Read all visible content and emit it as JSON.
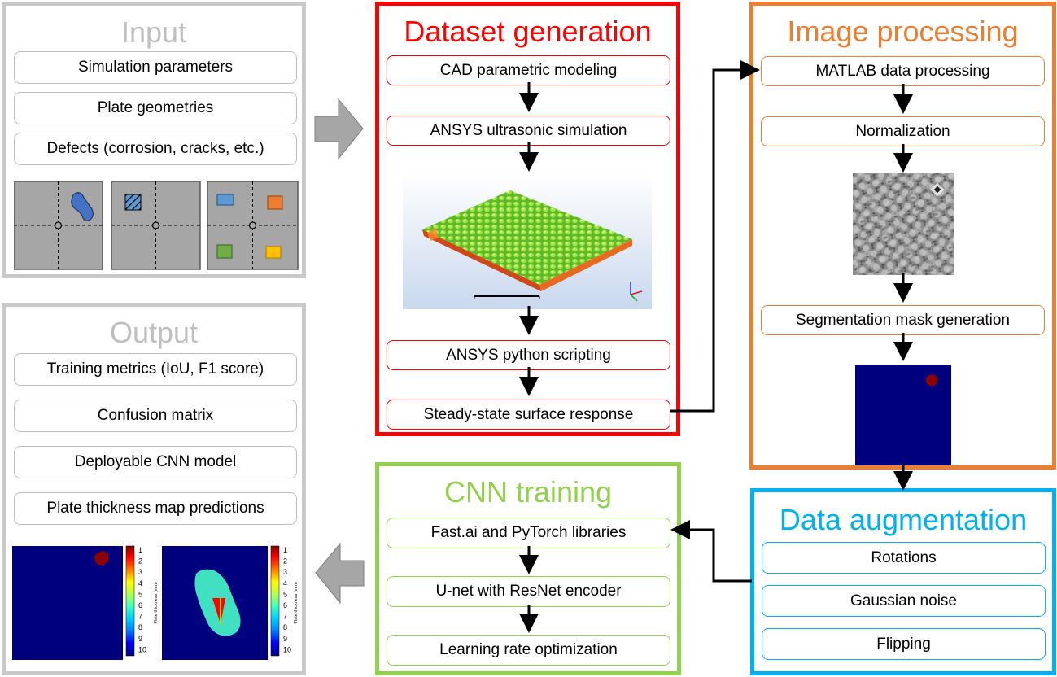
{
  "input": {
    "title": "Input",
    "items": [
      "Simulation parameters",
      "Plate geometries",
      "Defects (corrosion, cracks, etc.)"
    ]
  },
  "output": {
    "title": "Output",
    "items": [
      "Training metrics (IoU, F1 score)",
      "Confusion matrix",
      "Deployable CNN model",
      "Plate thickness map predictions"
    ],
    "colorbar_ticks": [
      "1",
      "2",
      "3",
      "4",
      "5",
      "6",
      "7",
      "8",
      "9",
      "10"
    ],
    "colorbar_label": "Plate thickness (mm)"
  },
  "dataset": {
    "title": "Dataset generation",
    "steps": [
      "CAD parametric modeling",
      "ANSYS ultrasonic simulation",
      "ANSYS python scripting",
      "Steady-state surface response"
    ]
  },
  "processing": {
    "title": "Image processing",
    "steps": [
      "MATLAB data processing",
      "Normalization",
      "Segmentation mask generation"
    ]
  },
  "augmentation": {
    "title": "Data augmentation",
    "steps": [
      "Rotations",
      "Gaussian noise",
      "Flipping"
    ]
  },
  "training": {
    "title": "CNN training",
    "steps": [
      "Fast.ai and PyTorch libraries",
      "U-net with ResNet encoder",
      "Learning rate optimization"
    ]
  },
  "colors": {
    "input": "#c8c8c8",
    "dataset": "#ff0000",
    "processing": "#ed7d31",
    "augmentation": "#00b0f0",
    "training": "#92d050",
    "title_gray": "#bfbfbf",
    "mask_background": "#00007f",
    "defect": "#8b0000"
  }
}
